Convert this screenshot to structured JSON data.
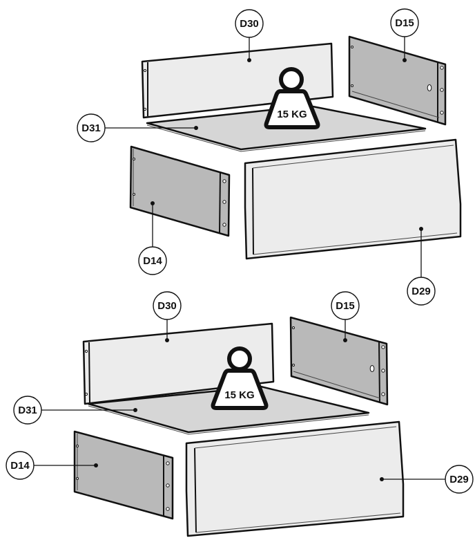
{
  "weight_label": "15 KG",
  "parts": {
    "back": "D30",
    "side_right": "D15",
    "bottom": "D31",
    "side_left": "D14",
    "front": "D29"
  },
  "colors": {
    "light_panel": "#ececec",
    "dark_panel": "#b9b9b9",
    "base_panel": "#d6d6d6",
    "outline": "#111111"
  }
}
